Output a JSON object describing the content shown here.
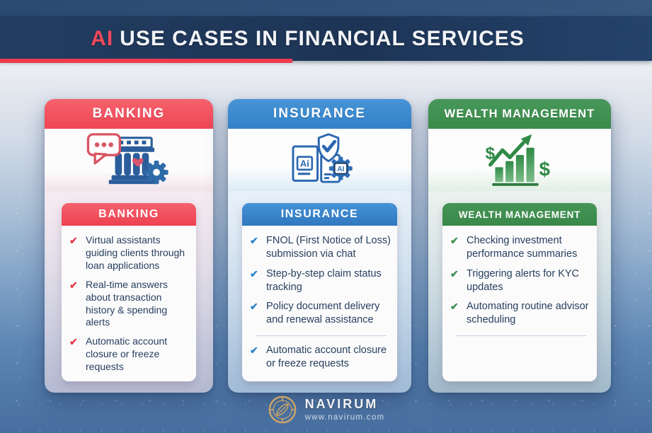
{
  "header": {
    "title_accent": "AI",
    "title_rest": "USE CASES IN FINANCIAL SERVICES",
    "accent_color": "#f4495c",
    "bar_color": "#1d3456",
    "underline_color": "#ee3a4e"
  },
  "icons": {
    "check": "✔",
    "ai_mixed": "Ai",
    "ai_caps": "AI",
    "dollar": "$"
  },
  "columns": [
    {
      "title": "BANKING",
      "inner_title": "BANKING",
      "icon": "bank-chat-gear-icon",
      "accent_color": "#f2525f",
      "items": [
        "Virtual assistants guiding clients through loan applications",
        "Real-time answers about transaction history & spending alerts",
        "Automatic account closure or freeze requests"
      ]
    },
    {
      "title": "INSURANCE",
      "inner_title": "INSURANCE",
      "icon": "shield-ai-documents-icon",
      "accent_color": "#3b88d0",
      "items": [
        "FNOL (First Notice of Loss) submission via chat",
        "Step-by-step claim status tracking",
        "Policy document delivery and renewal assistance",
        "Automatic account closure or freeze requests"
      ]
    },
    {
      "title": "WEALTH MANAGEMENT",
      "inner_title": "WEALTH MANAGEMENT",
      "icon": "growth-chart-dollar-icon",
      "accent_color": "#3f9150",
      "items": [
        "Checking investment performance summaries",
        "Triggering alerts for KYC updates",
        "Automating routine advisor scheduling"
      ]
    }
  ],
  "footer": {
    "brand": "NAVIRUM",
    "url": "www.navirum.com",
    "logo": "compass-icon",
    "logo_color": "#c9a368"
  }
}
